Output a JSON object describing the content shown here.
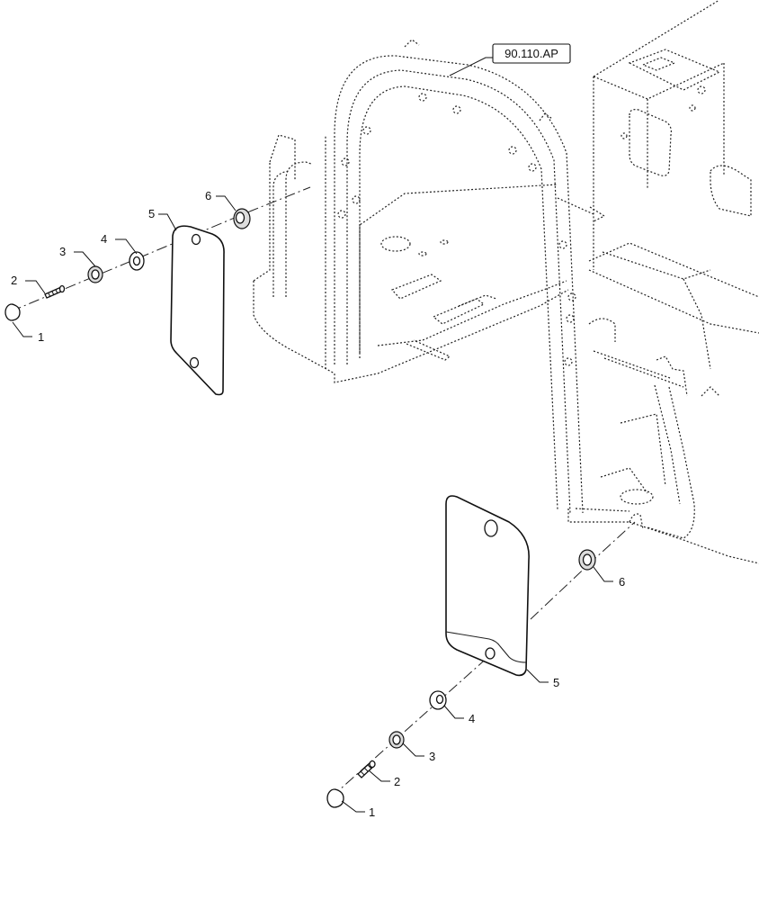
{
  "reference": {
    "label": "90.110.AP"
  },
  "callouts": {
    "upper": {
      "c1": "1",
      "c2": "2",
      "c3": "3",
      "c4": "4",
      "c5": "5",
      "c6": "6"
    },
    "lower": {
      "c1": "1",
      "c2": "2",
      "c3": "3",
      "c4": "4",
      "c5": "5",
      "c6": "6"
    }
  }
}
